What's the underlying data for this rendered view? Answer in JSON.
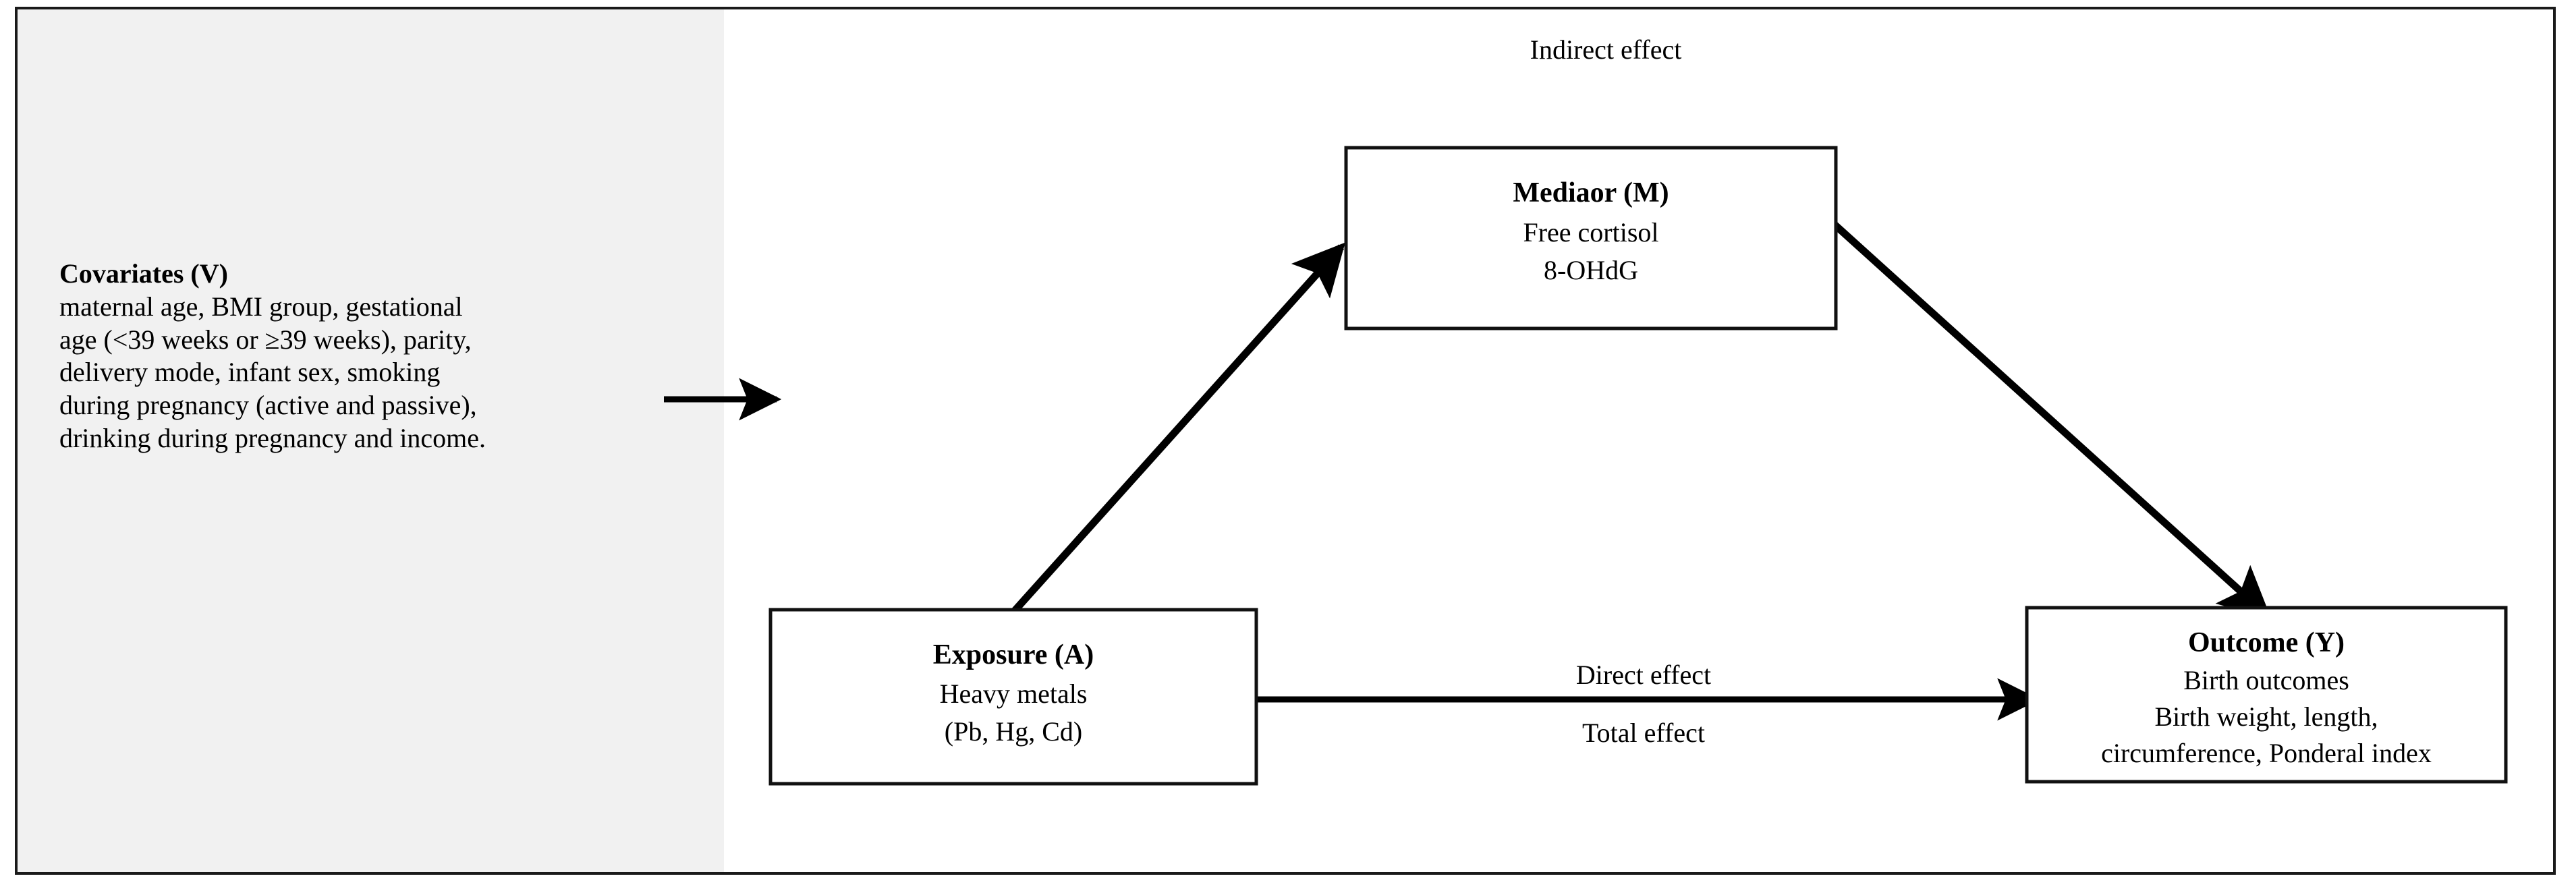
{
  "figure": {
    "kind": "mediation-analysis-diagram",
    "background_color": "#ffffff",
    "panel_color": "#f1f1f1",
    "line_color": "#000000"
  },
  "covariates": {
    "title": "Covariates (V)",
    "lines": [
      "maternal age, BMI group, gestational",
      "age (<39 weeks or ≥39 weeks), parity,",
      "delivery mode, infant sex, smoking",
      "during pregnancy (active and passive),",
      "drinking during pregnancy and income."
    ]
  },
  "nodes": {
    "mediator": {
      "title": "Mediaor (M)",
      "lines": [
        "Free cortisol",
        "8-OHdG"
      ]
    },
    "exposure": {
      "title": "Exposure (A)",
      "lines": [
        "Heavy metals",
        "(Pb, Hg, Cd)"
      ]
    },
    "outcome": {
      "title": "Outcome (Y)",
      "lines": [
        "Birth outcomes",
        "Birth weight, length,",
        "circumference, Ponderal index"
      ]
    }
  },
  "edge_labels": {
    "indirect": "Indirect effect",
    "direct": "Direct effect",
    "total": "Total effect"
  }
}
